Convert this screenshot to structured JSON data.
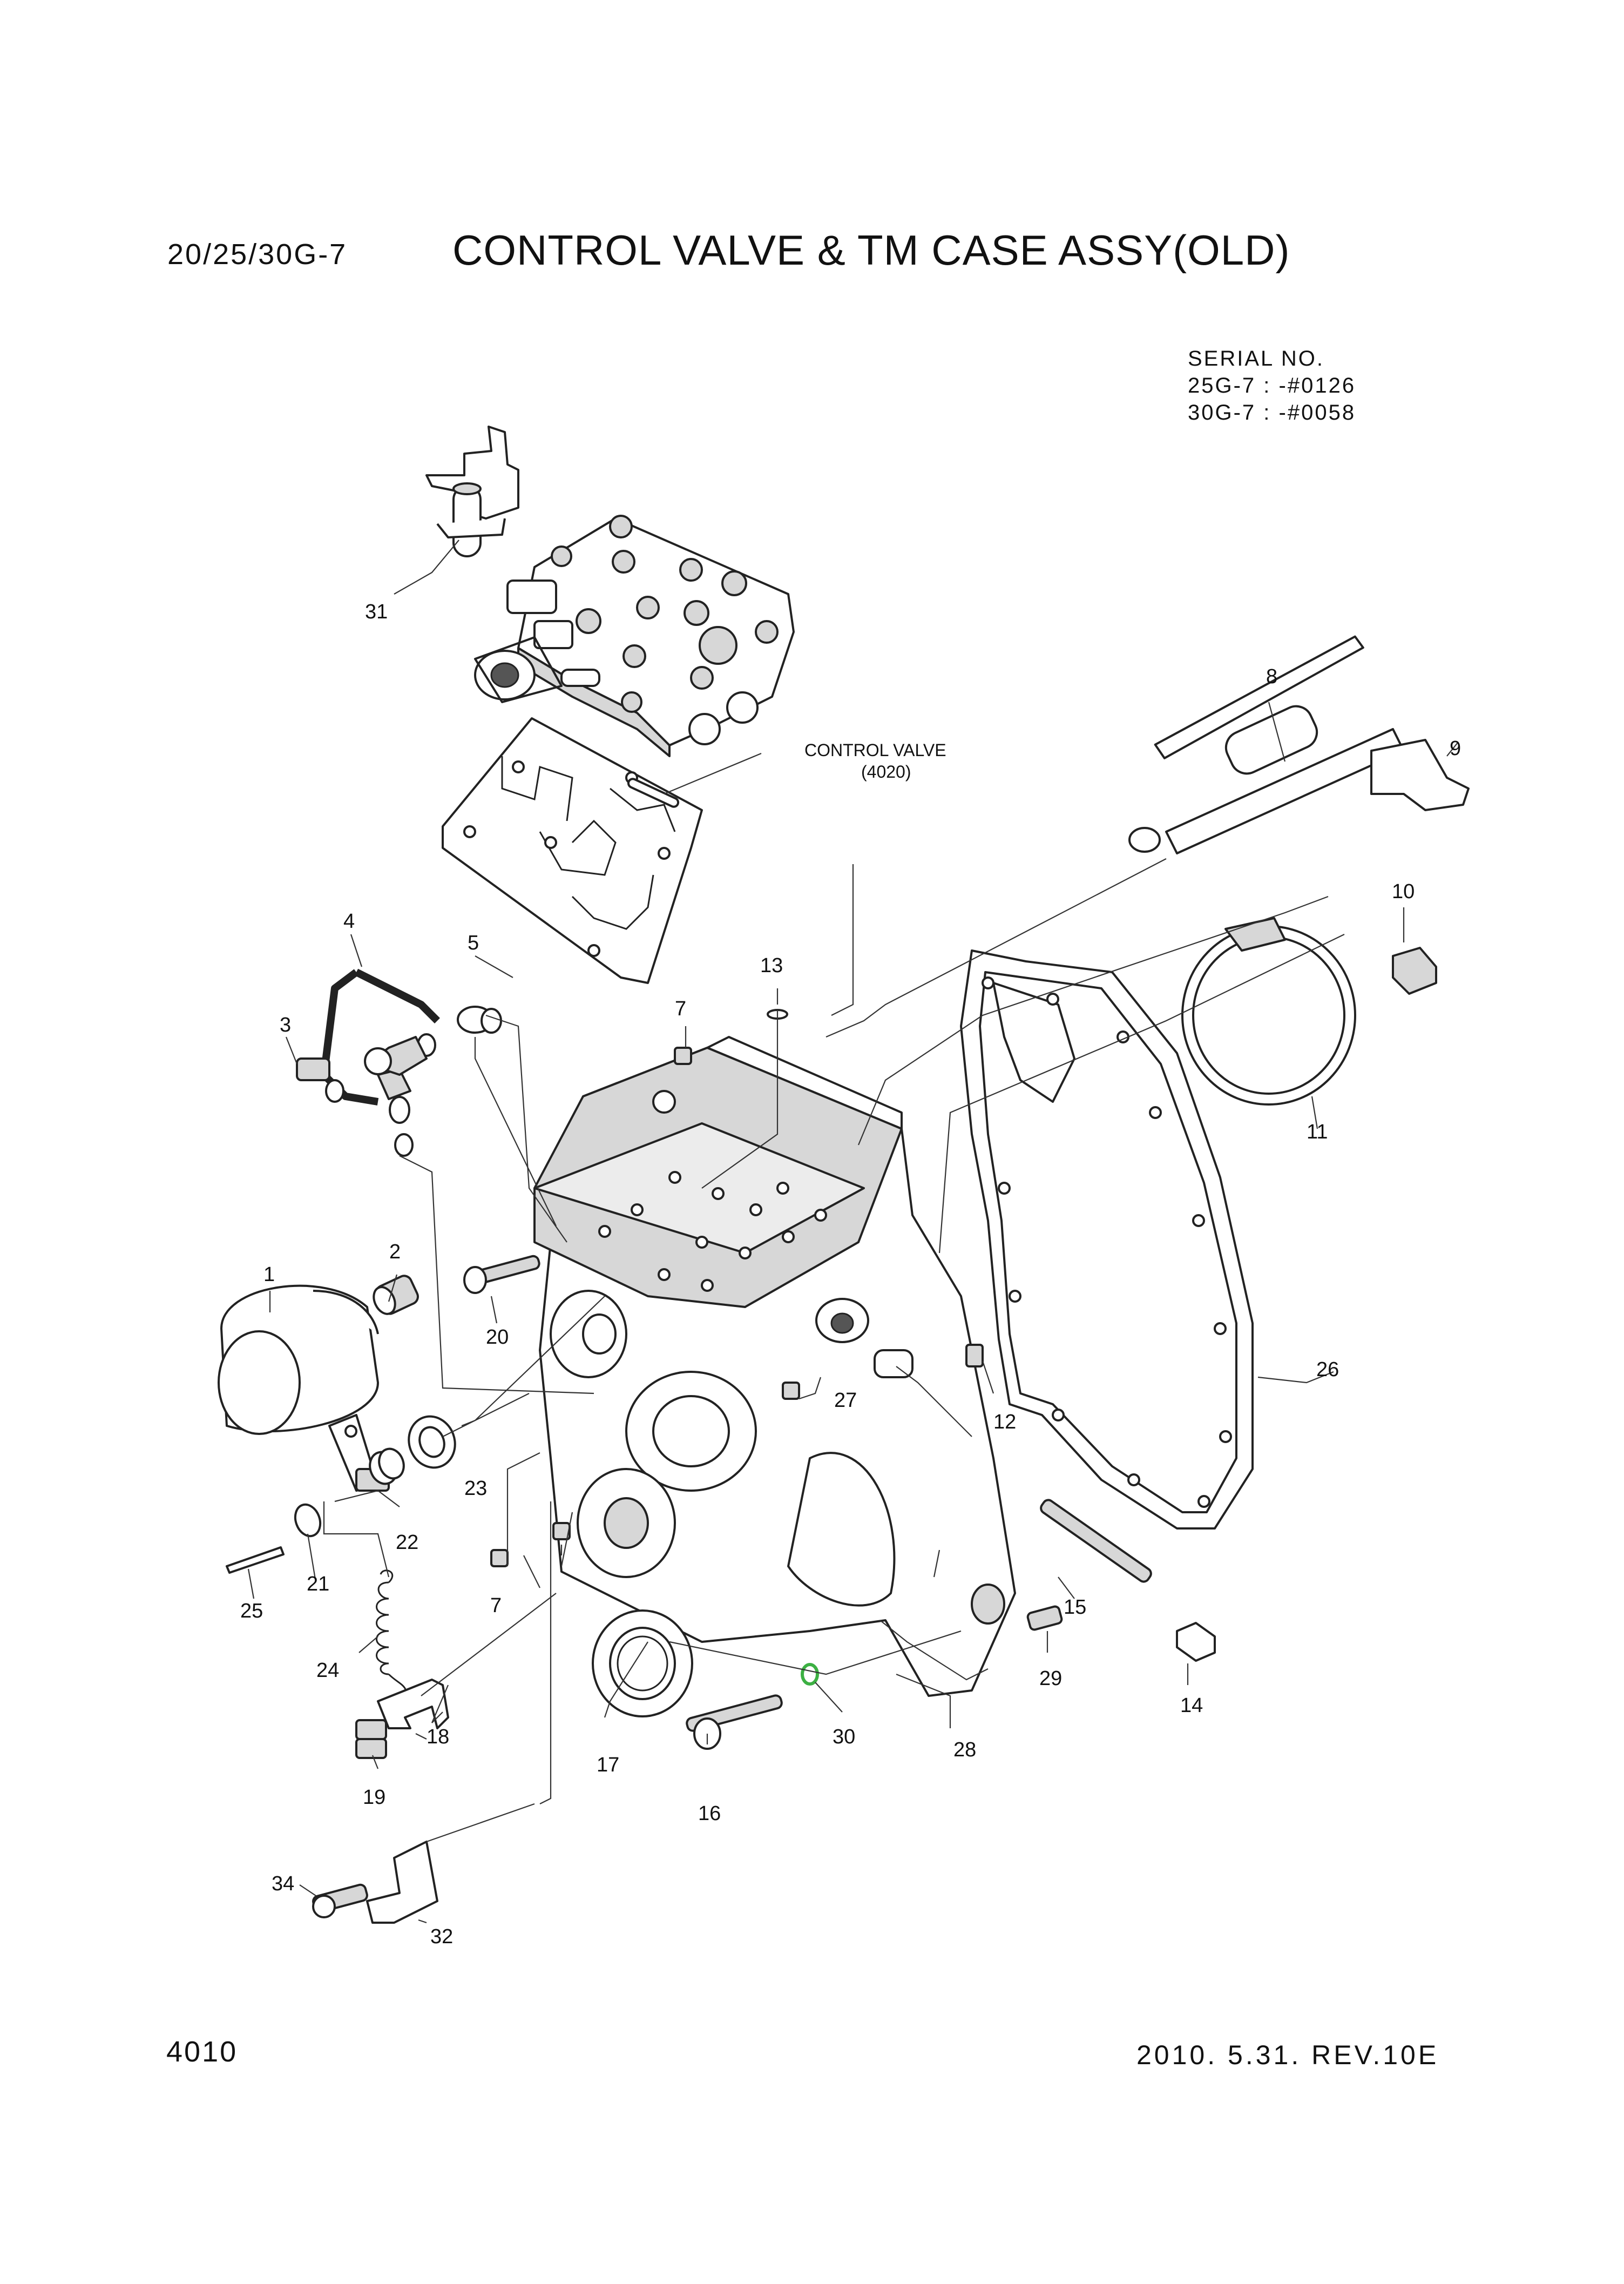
{
  "header": {
    "model": "20/25/30G-7",
    "title": "CONTROL VALVE & TM CASE ASSY(OLD)"
  },
  "serial": {
    "heading": "SERIAL NO.",
    "lines": [
      "25G-7 : -#0126",
      "30G-7 : -#0058"
    ]
  },
  "diagram": {
    "control_valve_label": "CONTROL  VALVE",
    "control_valve_code": "(4020)",
    "highlight_color": "#3cb043",
    "callouts": [
      "1",
      "2",
      "3",
      "4",
      "5",
      "7",
      "7",
      "8",
      "9",
      "10",
      "11",
      "12",
      "13",
      "14",
      "15",
      "16",
      "17",
      "18",
      "19",
      "20",
      "21",
      "22",
      "23",
      "24",
      "25",
      "26",
      "27",
      "28",
      "29",
      "30",
      "31",
      "32",
      "34"
    ]
  },
  "footer": {
    "page_number": "4010",
    "revision": "2010. 5.31.  REV.10E"
  }
}
